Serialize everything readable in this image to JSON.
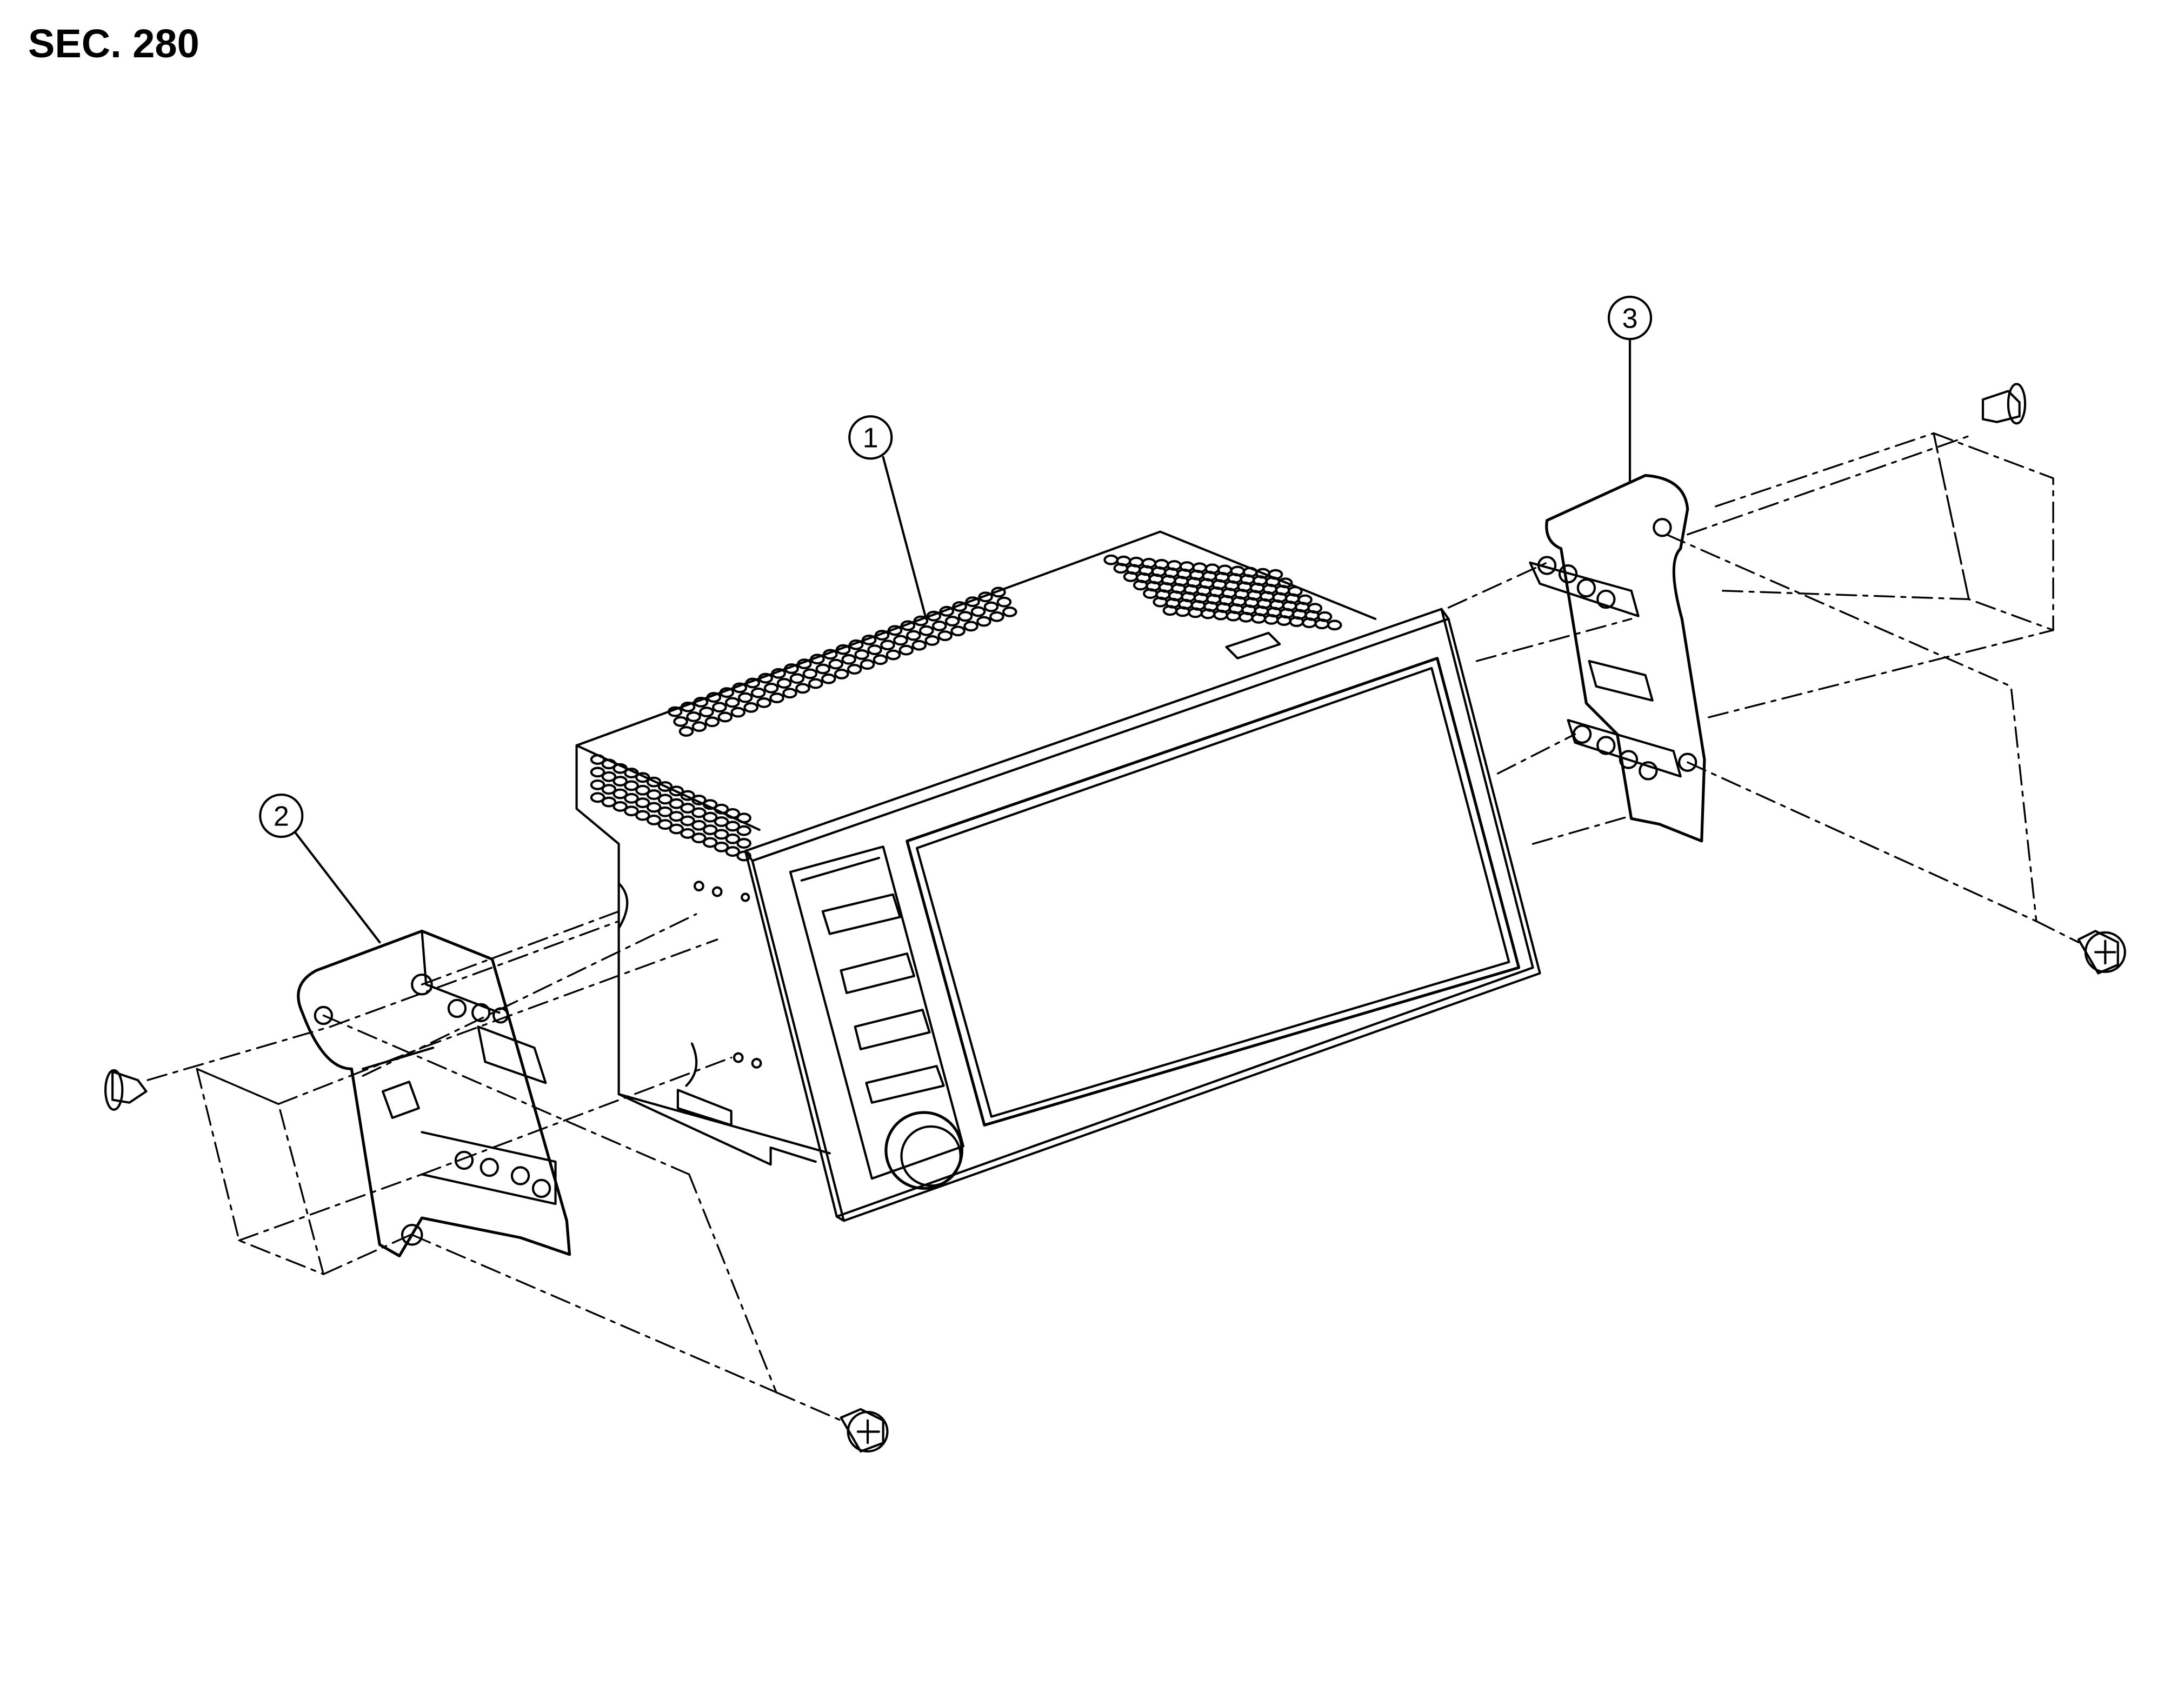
{
  "section_label": "SEC. 280",
  "callouts": [
    {
      "id": "1",
      "label": "1"
    },
    {
      "id": "2",
      "label": "2"
    },
    {
      "id": "3",
      "label": "3"
    }
  ],
  "colors": {
    "line": "#000000",
    "background": "#ffffff"
  }
}
